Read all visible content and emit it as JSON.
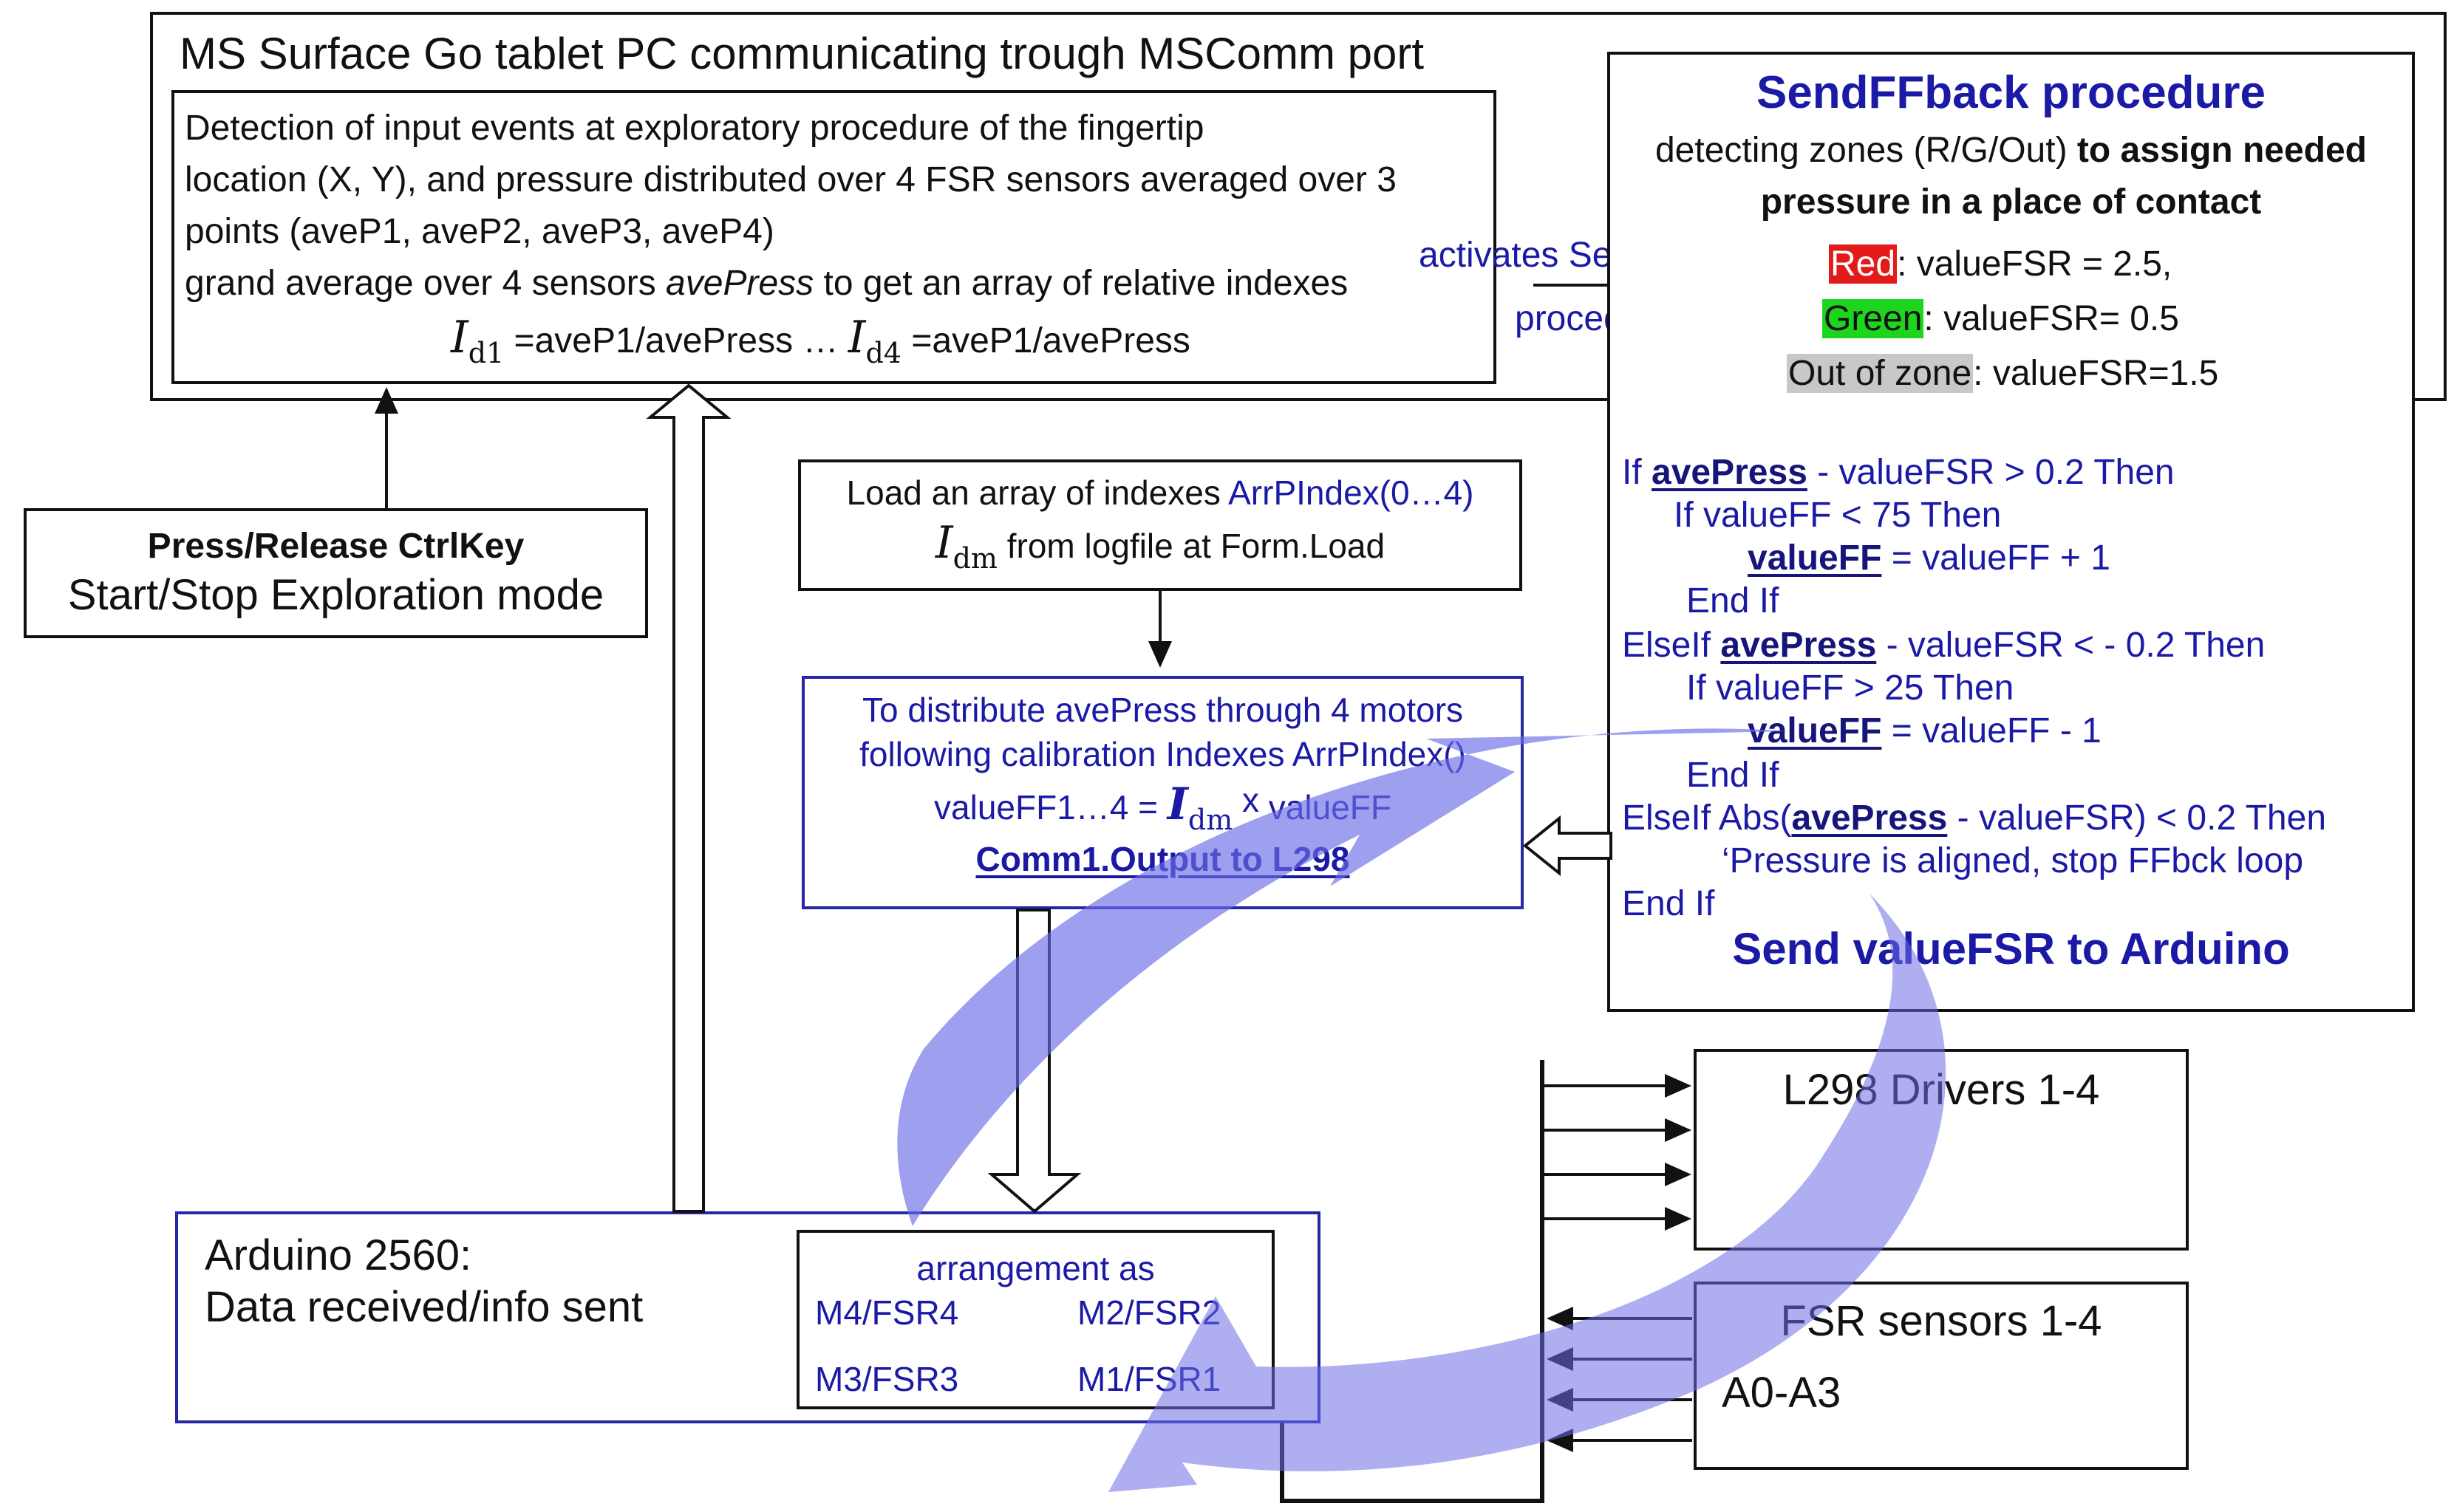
{
  "tablet": {
    "title": "MS Surface Go tablet PC communicating trough MSComm port",
    "detection": {
      "line1": "Detection of input events at exploratory procedure of the fingertip",
      "line2": "location (X, Y), and pressure distributed over 4 FSR sensors averaged over 3",
      "line3": "points  (aveP1, aveP2, aveP3, aveP4)",
      "line4_pre": "grand average over 4 sensors ",
      "line4_em": "avePress",
      "line4_post": " to get an array of relative indexes",
      "formula_i1": "I",
      "formula_sub1": "d1",
      "formula_mid": " =aveP1/avePress  … ",
      "formula_i2": "I",
      "formula_sub2": "d4",
      "formula_end": " =aveP1/avePress"
    }
  },
  "ctrlkey": {
    "line1": "Press/Release  CtrlKey",
    "line2": "Start/Stop Exploration mode"
  },
  "activates": {
    "line1": "activates SendFFback",
    "line2": "procedure"
  },
  "sendff": {
    "title": "SendFFback procedure",
    "desc1_plain": "detecting zones (R/G/Out) ",
    "desc1_bold": "to assign needed",
    "desc2": "pressure in a place of contact",
    "red_label": "Red",
    "red_value": ": valueFSR  = 2.5,",
    "green_label": "Green",
    "green_value": ": valueFSR=  0.5",
    "out_label": "Out of zone",
    "out_value": ": valueFSR=1.5"
  },
  "code": {
    "l1_a": "If ",
    "l1_b": "avePress",
    "l1_c": " - valueFSR  > 0.2 Then",
    "l2": "If valueFF  < 75 Then",
    "l3_b": "valueFF",
    "l3_c": " = valueFF + 1",
    "l4": "End If",
    "l5_a": "ElseIf ",
    "l5_b": "avePress",
    "l5_c": " - valueFSR  < - 0.2 Then",
    "l6": "If valueFF  > 25 Then",
    "l7_b": "valueFF",
    "l7_c": " = valueFF  - 1",
    "l8": "End If",
    "l9_a": "ElseIf Abs(",
    "l9_b": "avePress",
    "l9_c": " - valueFSR) < 0.2 Then",
    "l10": "‘Pressure is aligned, stop FFbck loop",
    "l11": "End If",
    "send": "Send valueFSR to Arduino"
  },
  "load": {
    "line1_plain": "Load an array of indexes ",
    "line1_blue": "ArrPIndex(0…4)",
    "line2_i": "I",
    "line2_sub": "dm",
    "line2_post": " from logfile at Form.Load"
  },
  "distribute": {
    "line1": "To distribute avePress through 4 motors",
    "line2": "following calibration Indexes ArrPIndex()",
    "line3_pre": "valueFF1…4  = ",
    "line3_i": "I",
    "line3_sub": "dm",
    "line3_x": " x ",
    "line3_post": "valueFF",
    "line4": "Comm1.Output to L298"
  },
  "arduino": {
    "line1": "Arduino 2560:",
    "line2": "Data received/info sent",
    "arr_title": "arrangement as",
    "m4": "M4/FSR4",
    "m2": "M2/FSR2",
    "m3": "M3/FSR3",
    "m1": "M1/FSR1"
  },
  "l298": {
    "label": "L298 Drivers 1-4"
  },
  "fsr": {
    "label": "FSR sensors 1-4",
    "pins": "A0-A3"
  },
  "colors": {
    "text_blue": "#1a1aa6",
    "loop_arrow": "#7a7ae8",
    "red": "#e31a1a",
    "green": "#1ed51e",
    "gray": "#c8c8c8"
  }
}
